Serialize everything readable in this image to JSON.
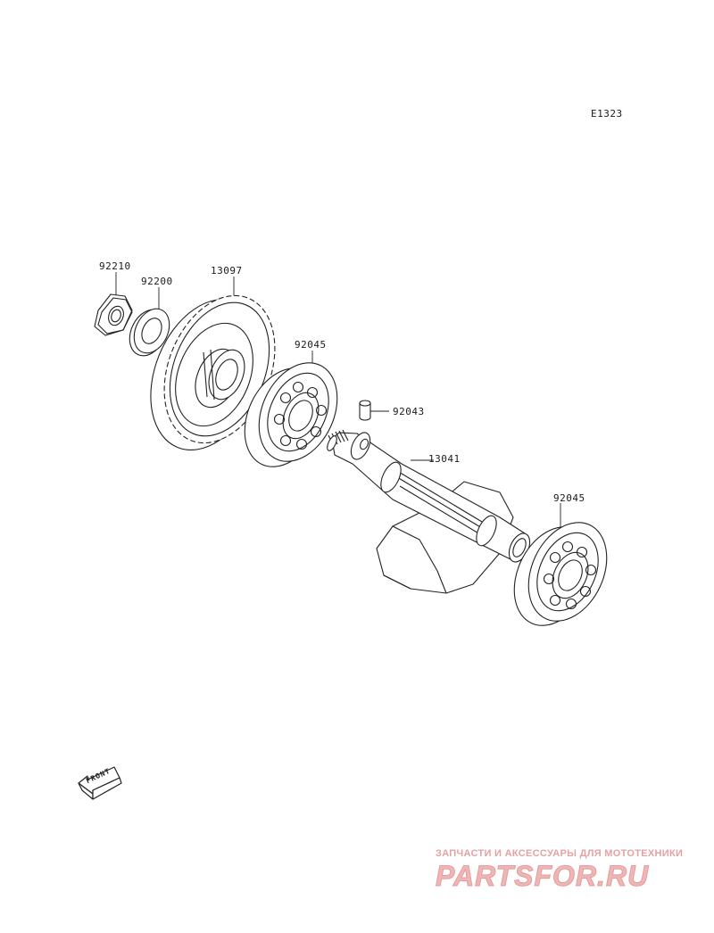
{
  "diagram_code": "E1323",
  "parts": [
    {
      "id": "nut",
      "number": "92210"
    },
    {
      "id": "washer",
      "number": "92200"
    },
    {
      "id": "gear",
      "number": "13097"
    },
    {
      "id": "bearing_left",
      "number": "92045"
    },
    {
      "id": "pin",
      "number": "92043"
    },
    {
      "id": "shaft",
      "number": "13041"
    },
    {
      "id": "bearing_right",
      "number": "92045"
    }
  ],
  "front_arrow_label": "FRONT",
  "watermark": {
    "tagline": "ЗАПЧАСТИ И АКСЕССУАРЫ ДЛЯ МОТОТЕХНИКИ",
    "brand": "PARTSFOR.RU"
  },
  "colors": {
    "line": "#222222",
    "watermark": "#e8a5a5"
  }
}
